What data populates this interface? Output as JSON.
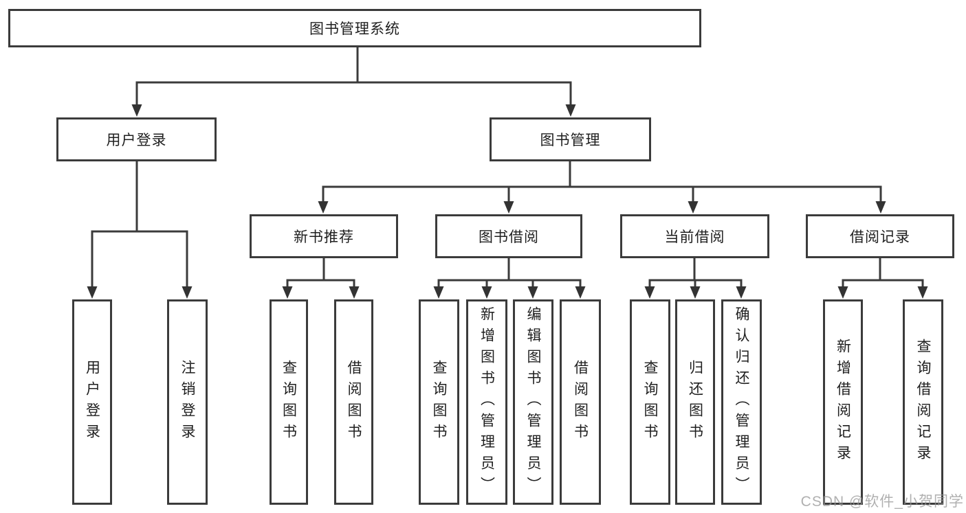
{
  "title": "图书管理系统",
  "watermark": "CSDN @软件_小贺同学",
  "tree": {
    "root": "图书管理系统",
    "branches": [
      {
        "label": "用户登录",
        "children": [
          "用户登录",
          "注销登录"
        ]
      },
      {
        "label": "图书管理",
        "groups": [
          {
            "label": "新书推荐",
            "children": [
              "查询图书",
              "借阅图书"
            ]
          },
          {
            "label": "图书借阅",
            "children": [
              "查询图书",
              "新增图书（管理员）",
              "编辑图书（管理员）",
              "借阅图书"
            ]
          },
          {
            "label": "当前借阅",
            "children": [
              "查询图书",
              "归还图书",
              "确认归还（管理员）"
            ]
          },
          {
            "label": "借阅记录",
            "children": [
              "新增借阅记录",
              "查询借阅记录"
            ]
          }
        ]
      }
    ]
  },
  "colors": {
    "line": "#3b3b3b",
    "text": "#1f1f1f",
    "watermark": "#a8a8a8"
  }
}
